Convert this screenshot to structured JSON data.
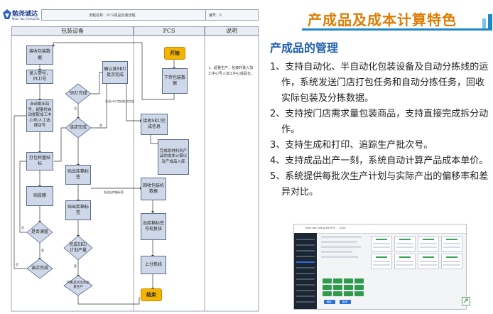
{
  "slide": {
    "title": "产成品及成本计算特色",
    "section_title": "产成品的管理",
    "features": [
      "1、支持自动化、半自动化包装设备及自动分拣线的运作，系统发送门店打包任务和自动分拣任务，回收实际包装及分拣数据。",
      "2、支持按门店需求量包装商品，支持直接完成拆分动作。",
      "3、支持生成和打印、追踪生产批次号。",
      "4、支持成品出产一刻，系统自动计算产品成本单价。",
      "5、系统提供每批次生产计划与实际产出的偏移率和差异对比。"
    ]
  },
  "flowchart": {
    "logo_text": "勉尧诚达",
    "logo_sub": "Mian Yao Cheng Da",
    "header_process": "流程名称：PCS成品包装流程",
    "header_code": "编号：F",
    "lanes": [
      "包装设备",
      "PCS",
      "说明"
    ],
    "nodes": {
      "n1": "接收包装数据",
      "n2": "录入塑号，PLU号",
      "n3": "自动取出店号，超量时自动提取加工中心号/人工选择店号",
      "n4": "打包称量贴标",
      "n5": "贴胶膜",
      "n6": "贴出库箱标签",
      "n7": "贴出库箱标签",
      "n8": "确认该SKU批次完成",
      "n9": "下传包装数据",
      "n10": "接收SKU完成信息",
      "n11": "完成原材料到产品的成本计算以及产成品入库",
      "n12": "回收包装机数据",
      "n13": "出库箱标签号校复核",
      "n14": "上分拣线",
      "start": "开始",
      "end": "结束"
    },
    "decisions": {
      "d1": "SKU完成",
      "d2": "该店完成",
      "d3": "是否满筐",
      "d4": "该店完成",
      "d5": "完成SKU计划产量",
      "d6": "判断是否出有超量生产"
    },
    "branch_yes": "是",
    "branch_no": "否",
    "arrow_label_1": "发送SKU完成批次信息",
    "arrow_label_2": "发送出库箱标签",
    "note": "1、超量生产，包装时录入加工中心号入加工中心成品仓。"
  },
  "app_screenshot": {
    "header": "Mian Yao Cheng Da PCS",
    "order_no": "2022",
    "buttons": [
      "确定",
      "取消"
    ]
  },
  "colors": {
    "title_orange": "#e07a00",
    "section_blue": "#1f5fb0",
    "node_fill": "#cfd8e8",
    "start_end_fill": "#f5b400",
    "banner_accent": "#1e88c8"
  }
}
